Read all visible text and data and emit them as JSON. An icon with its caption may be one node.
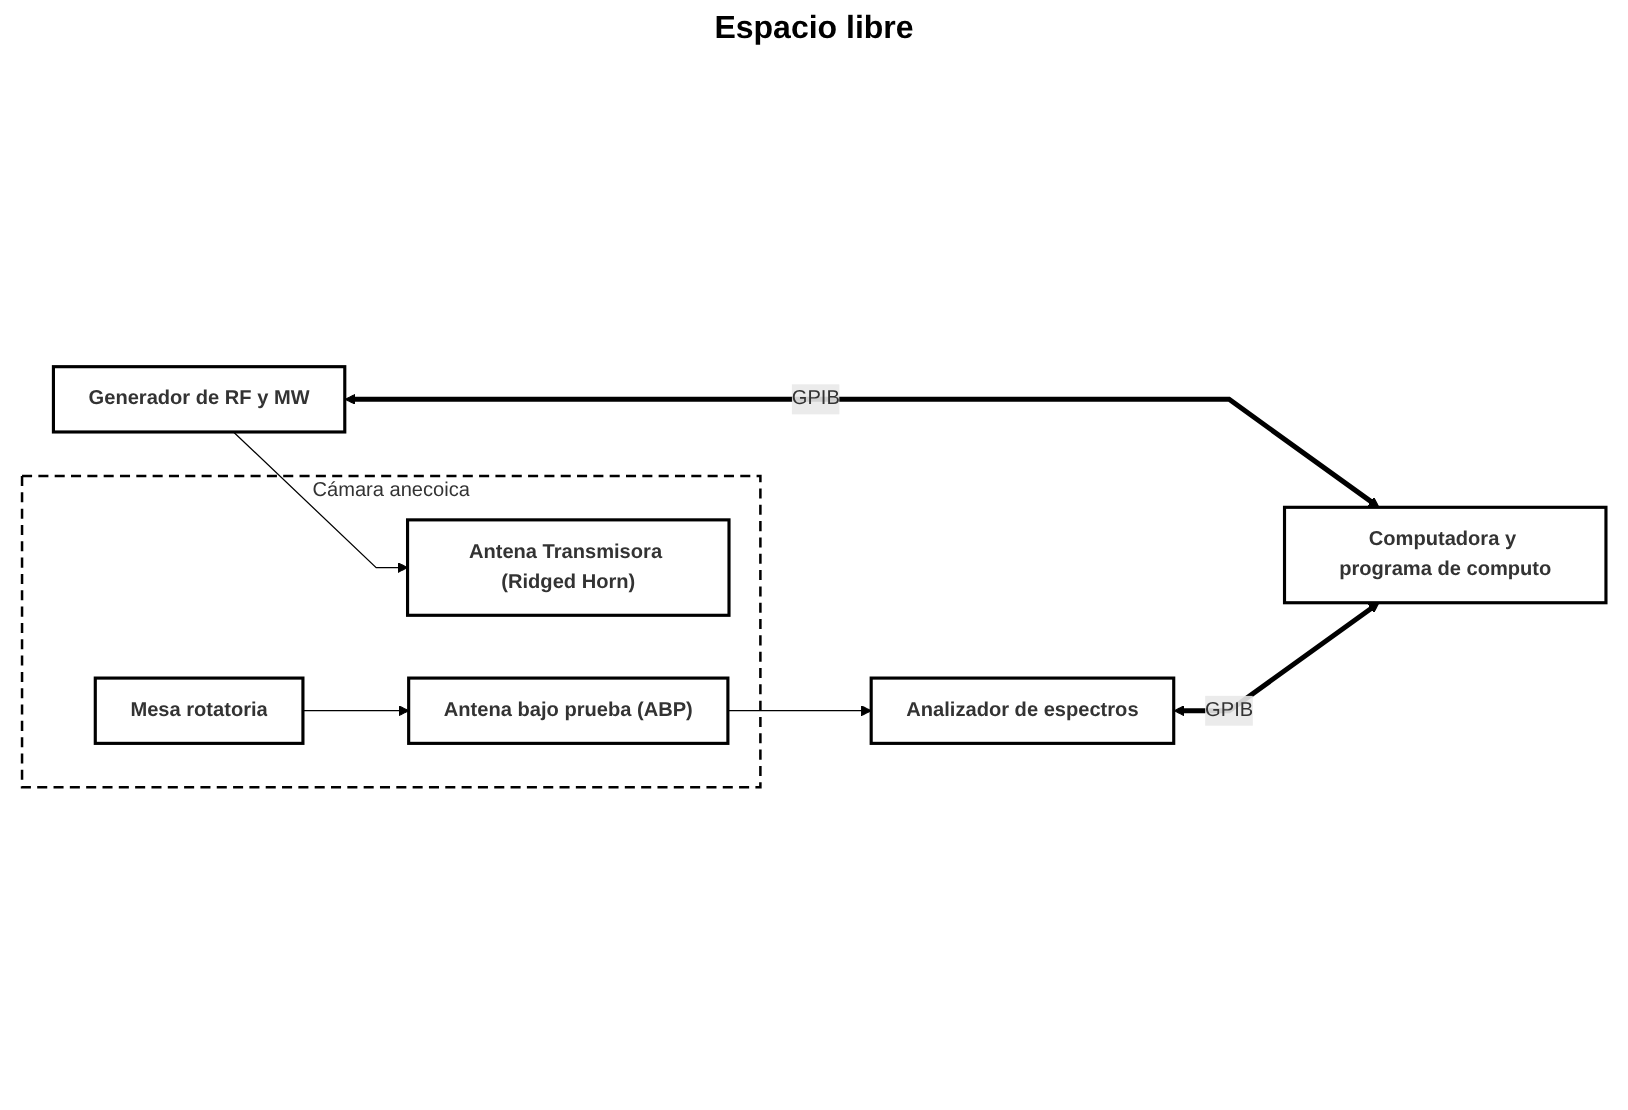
{
  "diagram": {
    "nodes": [
      {
        "text": [
          "Generador de RF y MW"
        ]
      },
      {
        "text": [
          "Cámara anecoica"
        ]
      },
      {
        "text": [
          "Antena Transmisora (Ridged Horn)"
        ],
        "in": 1
      },
      {
        "text": [
          "Antena bajo prueba (ABP)"
        ],
        "in": 1
      },
      {
        "text": [
          "Mesa rotatoria"
        ],
        "in": 1
      },
      {
        "text": [
          "Analizador de espectros"
        ]
      },
      {
        "text": [
          "Computadora y programa de computo"
        ]
      }
    ],
    "edges": [
      {
        "from": 0,
        "to": 2,
        "arrow": "to"
      },
      {
        "from": 3,
        "to": 5,
        "arrow": "to"
      },
      {
        "from": 4,
        "to": 3,
        "arrow": "to"
      },
      {
        "from": 0,
        "to": 6,
        "arrow": "both",
        "label": "GPIB",
        "style": "thick"
      },
      {
        "from": 5,
        "to": 6,
        "arrow": "both",
        "label": "GPIB",
        "style": "thick"
      }
    ],
    "labels": [
      "Espacio libre"
    ]
  }
}
